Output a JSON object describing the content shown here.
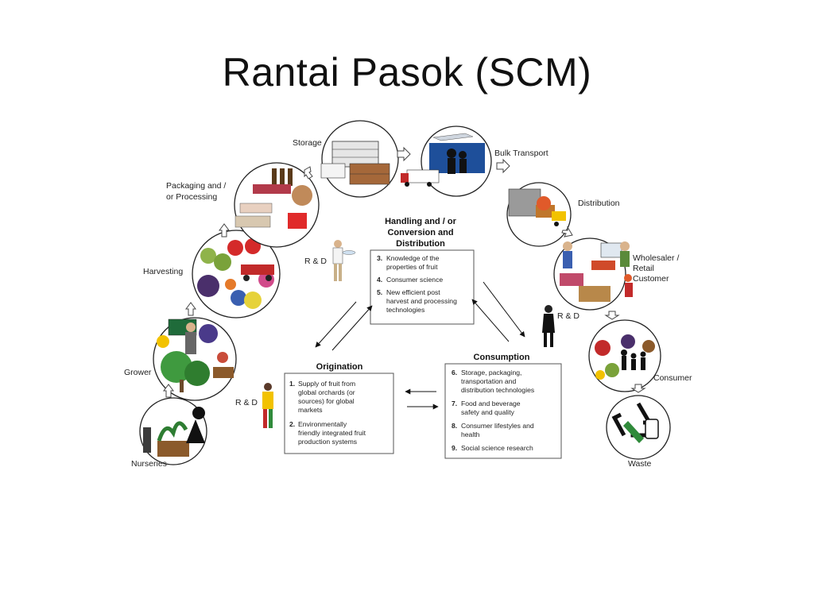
{
  "title": "Rantai Pasok (SCM)",
  "stages": {
    "nurseries": "Nurseries",
    "grower": "Grower",
    "harvesting": "Harvesting",
    "packaging_line1": "Packaging and /",
    "packaging_line2": "or Processing",
    "storage": "Storage",
    "bulk_transport": "Bulk Transport",
    "distribution": "Distribution",
    "wholesaler_line1": "Wholesaler /",
    "wholesaler_line2": "Retail",
    "wholesaler_line3": "Customer",
    "consumer": "Consumer",
    "waste": "Waste"
  },
  "rd_labels": {
    "top": "R & D",
    "right": "R & D",
    "left": "R & D"
  },
  "handling_box": {
    "heading_line1": "Handling and / or",
    "heading_line2": "Conversion and",
    "heading_line3": "Distribution",
    "items": [
      {
        "num": "3.",
        "lines": [
          "Knowledge of the",
          "properties of fruit"
        ]
      },
      {
        "num": "4.",
        "lines": [
          "Consumer science"
        ]
      },
      {
        "num": "5.",
        "lines": [
          "New efficient post",
          "harvest and processing",
          "technologies"
        ]
      }
    ]
  },
  "origination_box": {
    "heading": "Origination",
    "items": [
      {
        "num": "1.",
        "lines": [
          "Supply of fruit from",
          "global orchards (or",
          "sources) for global",
          "markets"
        ]
      },
      {
        "num": "2.",
        "lines": [
          "Environmentally",
          "friendly integrated fruit",
          "production systems"
        ]
      }
    ]
  },
  "consumption_box": {
    "heading": "Consumption",
    "items": [
      {
        "num": "6.",
        "lines": [
          "Storage, packaging,",
          "transportation and",
          "distribution technologies"
        ]
      },
      {
        "num": "7.",
        "lines": [
          "Food and beverage",
          "safety and quality"
        ]
      },
      {
        "num": "8.",
        "lines": [
          "Consumer lifestyles and",
          "health"
        ]
      },
      {
        "num": "9.",
        "lines": [
          "Social science research"
        ]
      }
    ]
  }
}
